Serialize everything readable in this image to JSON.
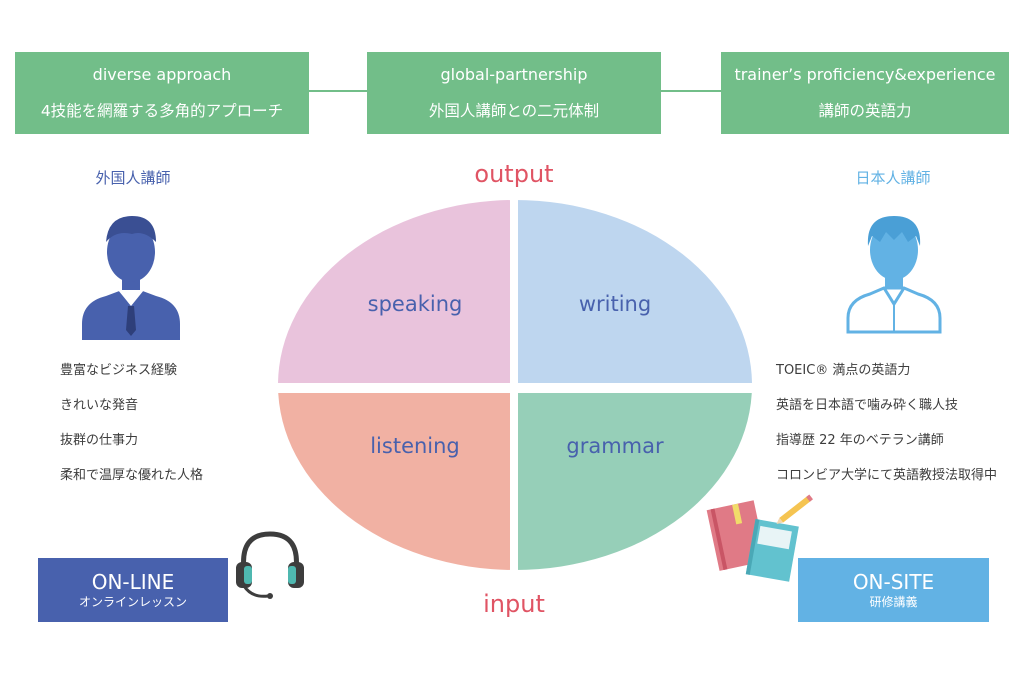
{
  "top_boxes": [
    {
      "en": "diverse approach",
      "jp": "4技能を網羅する多角的アプローチ"
    },
    {
      "en": "global-partnership",
      "jp": "外国人講師との二元体制"
    },
    {
      "en": "trainer’s proficiency&experience",
      "jp": "講師の英語力"
    }
  ],
  "output_label": "output",
  "input_label": "input",
  "quadrants": {
    "speaking": "speaking",
    "writing": "writing",
    "listening": "listening",
    "grammar": "grammar"
  },
  "left": {
    "heading": "外国人講師",
    "features": [
      "豊富なビジネス経験",
      "きれいな発音",
      "抜群の仕事力",
      "柔和で温厚な優れた人格"
    ]
  },
  "right": {
    "heading": "日本人講師",
    "features": [
      "TOEIC® 満点の英語力",
      "英語を日本語で噛み砕く職人技",
      "指導歴 22 年のベテラン講師",
      "コロンビア大学にて英語教授法取得中"
    ]
  },
  "online": {
    "title": "ON-LINE",
    "subtitle": "オンラインレッスン"
  },
  "onsite": {
    "title": "ON-SITE",
    "subtitle": "研修講義"
  },
  "colors": {
    "green": "#72be89",
    "pink": "#e9c3dc",
    "blue_light": "#bed6ef",
    "salmon": "#f1b1a3",
    "mint": "#96cfb8",
    "navy": "#4861ad",
    "sky": "#62b2e4",
    "red_text": "#e05464"
  },
  "icons": [
    "foreign-teacher-icon",
    "japanese-teacher-icon",
    "headset-icon",
    "books-and-pencil-icon"
  ]
}
